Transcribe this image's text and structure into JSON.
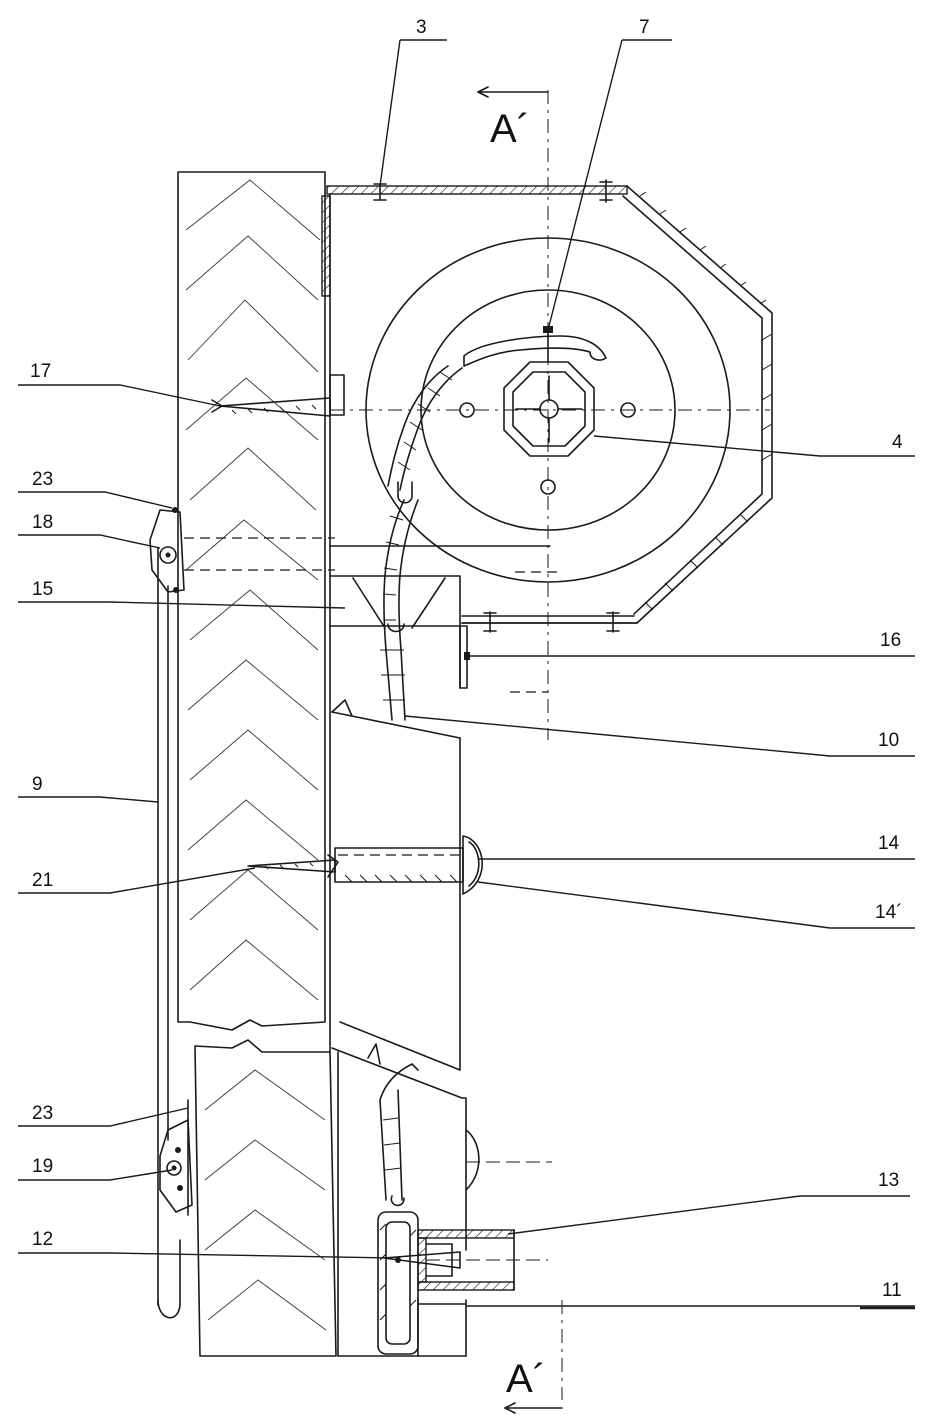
{
  "labels": {
    "l3": "3",
    "l7": "7",
    "l17": "17",
    "l4": "4",
    "l23a": "23",
    "l18": "18",
    "l15": "15",
    "l16": "16",
    "l10": "10",
    "l9": "9",
    "l14": "14",
    "l21": "21",
    "l14p": "14´",
    "l23b": "23",
    "l19": "19",
    "l13": "13",
    "l12": "12",
    "l11": "11"
  },
  "section": {
    "top": "A´",
    "bottom": "A´"
  }
}
